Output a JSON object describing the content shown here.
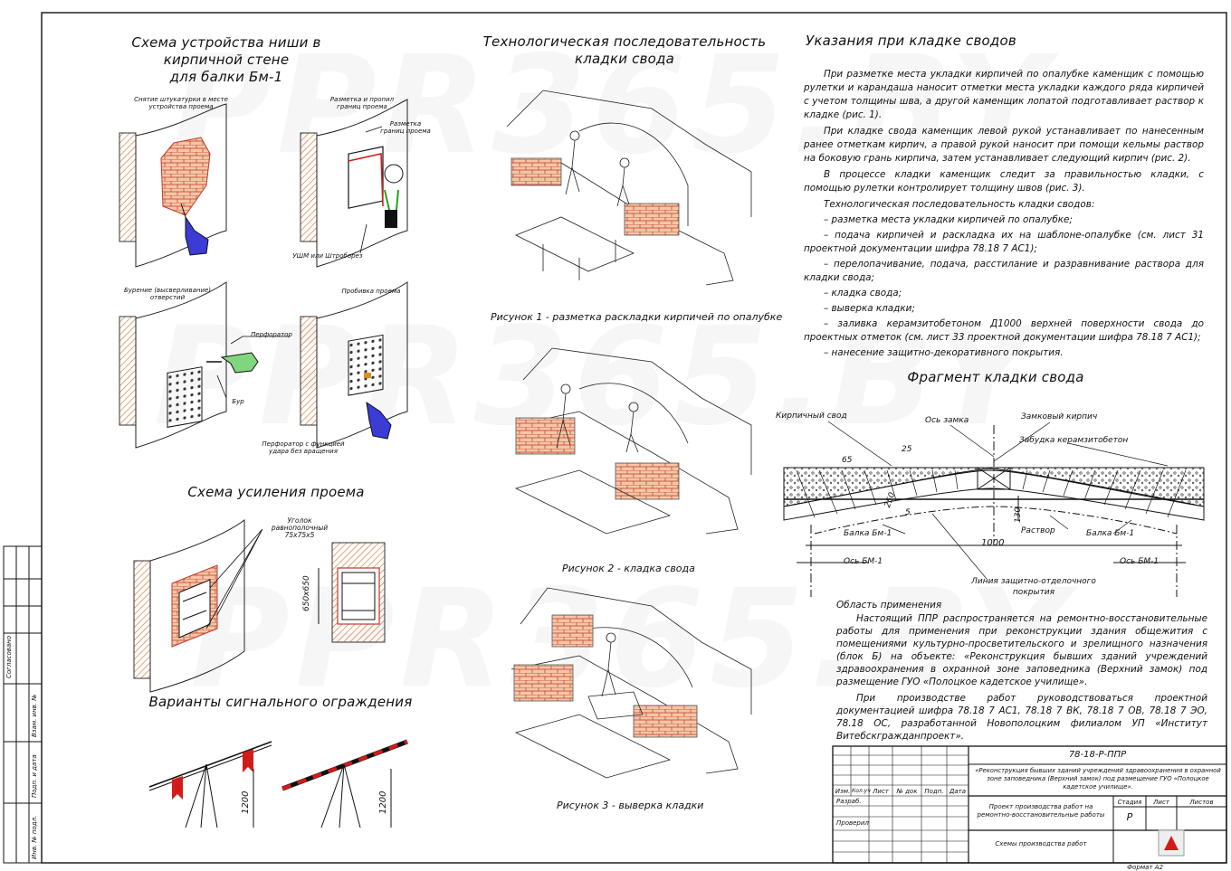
{
  "watermark": "PPR365.BY",
  "left": {
    "title_niche": "Схема устройства ниши в кирпичной стене\nдля балки Бм-1",
    "step1": "Снятие штукатурки в месте\nустройства проема",
    "step2": "Разметка и пропил\nграниц проема",
    "step2_mark": "Разметка\nграниц проема",
    "tool_ushm": "УШМ или Штроборез",
    "step3": "Бурение (высверливание)\nотверстий",
    "step3_tool": "Перфоратор",
    "step3_bit": "Бур",
    "step4": "Пробивка проема",
    "step4_tool": "Перфоратор с функцией\nудара без вращения",
    "title_reinf": "Схема усиления проема",
    "reinf_label": "Уголок равнополочный\n75x75x5",
    "reinf_dim": "650x650",
    "title_fence": "Варианты сигнального ограждения",
    "fence_dim1": "1200",
    "fence_dim2": "1200"
  },
  "middle": {
    "title": "Технологическая последовательность\nкладки свода",
    "fig1": "Рисунок 1 - разметка раскладки кирпичей по опалубке",
    "fig2": "Рисунок 2 - кладка свода",
    "fig3": "Рисунок 3 - выверка кладки"
  },
  "right": {
    "title": "Указания при кладке сводов",
    "p1": "При разметке места укладки кирпичей по опалубке каменщик с помощью рулетки и карандаша наносит отметки места укладки каждого ряда кирпичей с учетом толщины шва, а другой каменщик лопатой подготавливает раствор к кладке (рис. 1).",
    "p2": "При кладке свода каменщик левой рукой устанавливает по нанесенным ранее отметкам кирпич, а правой рукой наносит при помощи кельмы раствор на боковую грань кирпича, затем устанавливает следующий кирпич (рис. 2).",
    "p3": "В процессе кладки каменщик следит за правильностью кладки, с помощью рулетки контролирует толщину швов (рис. 3).",
    "p4": "Технологическая последовательность кладки сводов:",
    "l1": "– разметка места укладки кирпичей по опалубке;",
    "l2": "– подача кирпичей и раскладка их на шаблоне-опалубке (см. лист 31 проектной документации шифра 78.18 7 АС1);",
    "l3": "– перелопачивание, подача, расстилание и разравнивание раствора для кладки свода;",
    "l4": "– кладка свода;",
    "l5": "– выверка кладки;",
    "l6": "– заливка керамзитобетоном Д1000 верхней поверхности свода до проектных отметок (см. лист 33 проектной документации шифра 78.18 7 АС1);",
    "l7": "– нанесение защитно-декоративного покрытия.",
    "frag_title": "Фрагмент кладки свода",
    "frag": {
      "brick": "Кирпичный свод",
      "axis_key": "Ось замка",
      "key_brick": "Замковый кирпич",
      "fill": "Забудка керамзитобетон",
      "d65": "65",
      "d25": "25",
      "d130": "130",
      "d5": "5",
      "d250": "250",
      "beam_l": "Балка Бм-1",
      "mortar": "Раствор",
      "beam_r": "Балка Бм-1",
      "span": "1000",
      "axis_l": "Ось БМ-1",
      "axis_r": "Ось БМ-1",
      "finish": "Линия защитно-отделочного\nпокрытия"
    },
    "scope_head": "Область применения",
    "scope1": "Настоящий ППР распространяется на ремонтно-восстановительные работы для применения при реконструкции здания общежития с помещениями культурно-просветительского и зрелищного назначения (блок Б) на объекте: «Реконструкция бывших зданий учреждений здравоохранения в охранной зоне заповедника (Верхний замок) под размещение ГУО «Полоцкое кадетское училище».",
    "scope2": "При производстве работ руководствоваться проектной документацией шифра 78.18 7 АС1, 78.18 7 ВК, 78.18 7 ОВ, 78.18 7 ЭО, 78.18 ОС, разработанной Новополоцким филиалом УП «Институт Витебскгражданпроект»."
  },
  "titleblock": {
    "code": "78-18-Р-ППР",
    "object": "«Реконструкция бывших зданий учреждений здравоохранения в охранной зоне заповедника (Верхний замок) под размещение ГУО «Полоцкое кадетское училище».",
    "h_izm": "Изм.",
    "h_kol": "Кол.уч",
    "h_list": "Лист",
    "h_doc": "№ док",
    "h_podp": "Подп.",
    "h_date": "Дата",
    "razrab": "Разраб.",
    "proveril": "Проверил",
    "project": "Проект производства работ на ремонтно-восстановительные работы",
    "stage_h": "Стадия",
    "list_h": "Лист",
    "lists_h": "Листов",
    "stage": "Р",
    "sheet_name": "Схемы производства работ",
    "format": "Формат А2"
  },
  "sidebar": {
    "s1": "Согласовано",
    "s2": "Взам. инв. №",
    "s3": "Подп. и дата",
    "s4": "Инв. № подл."
  }
}
